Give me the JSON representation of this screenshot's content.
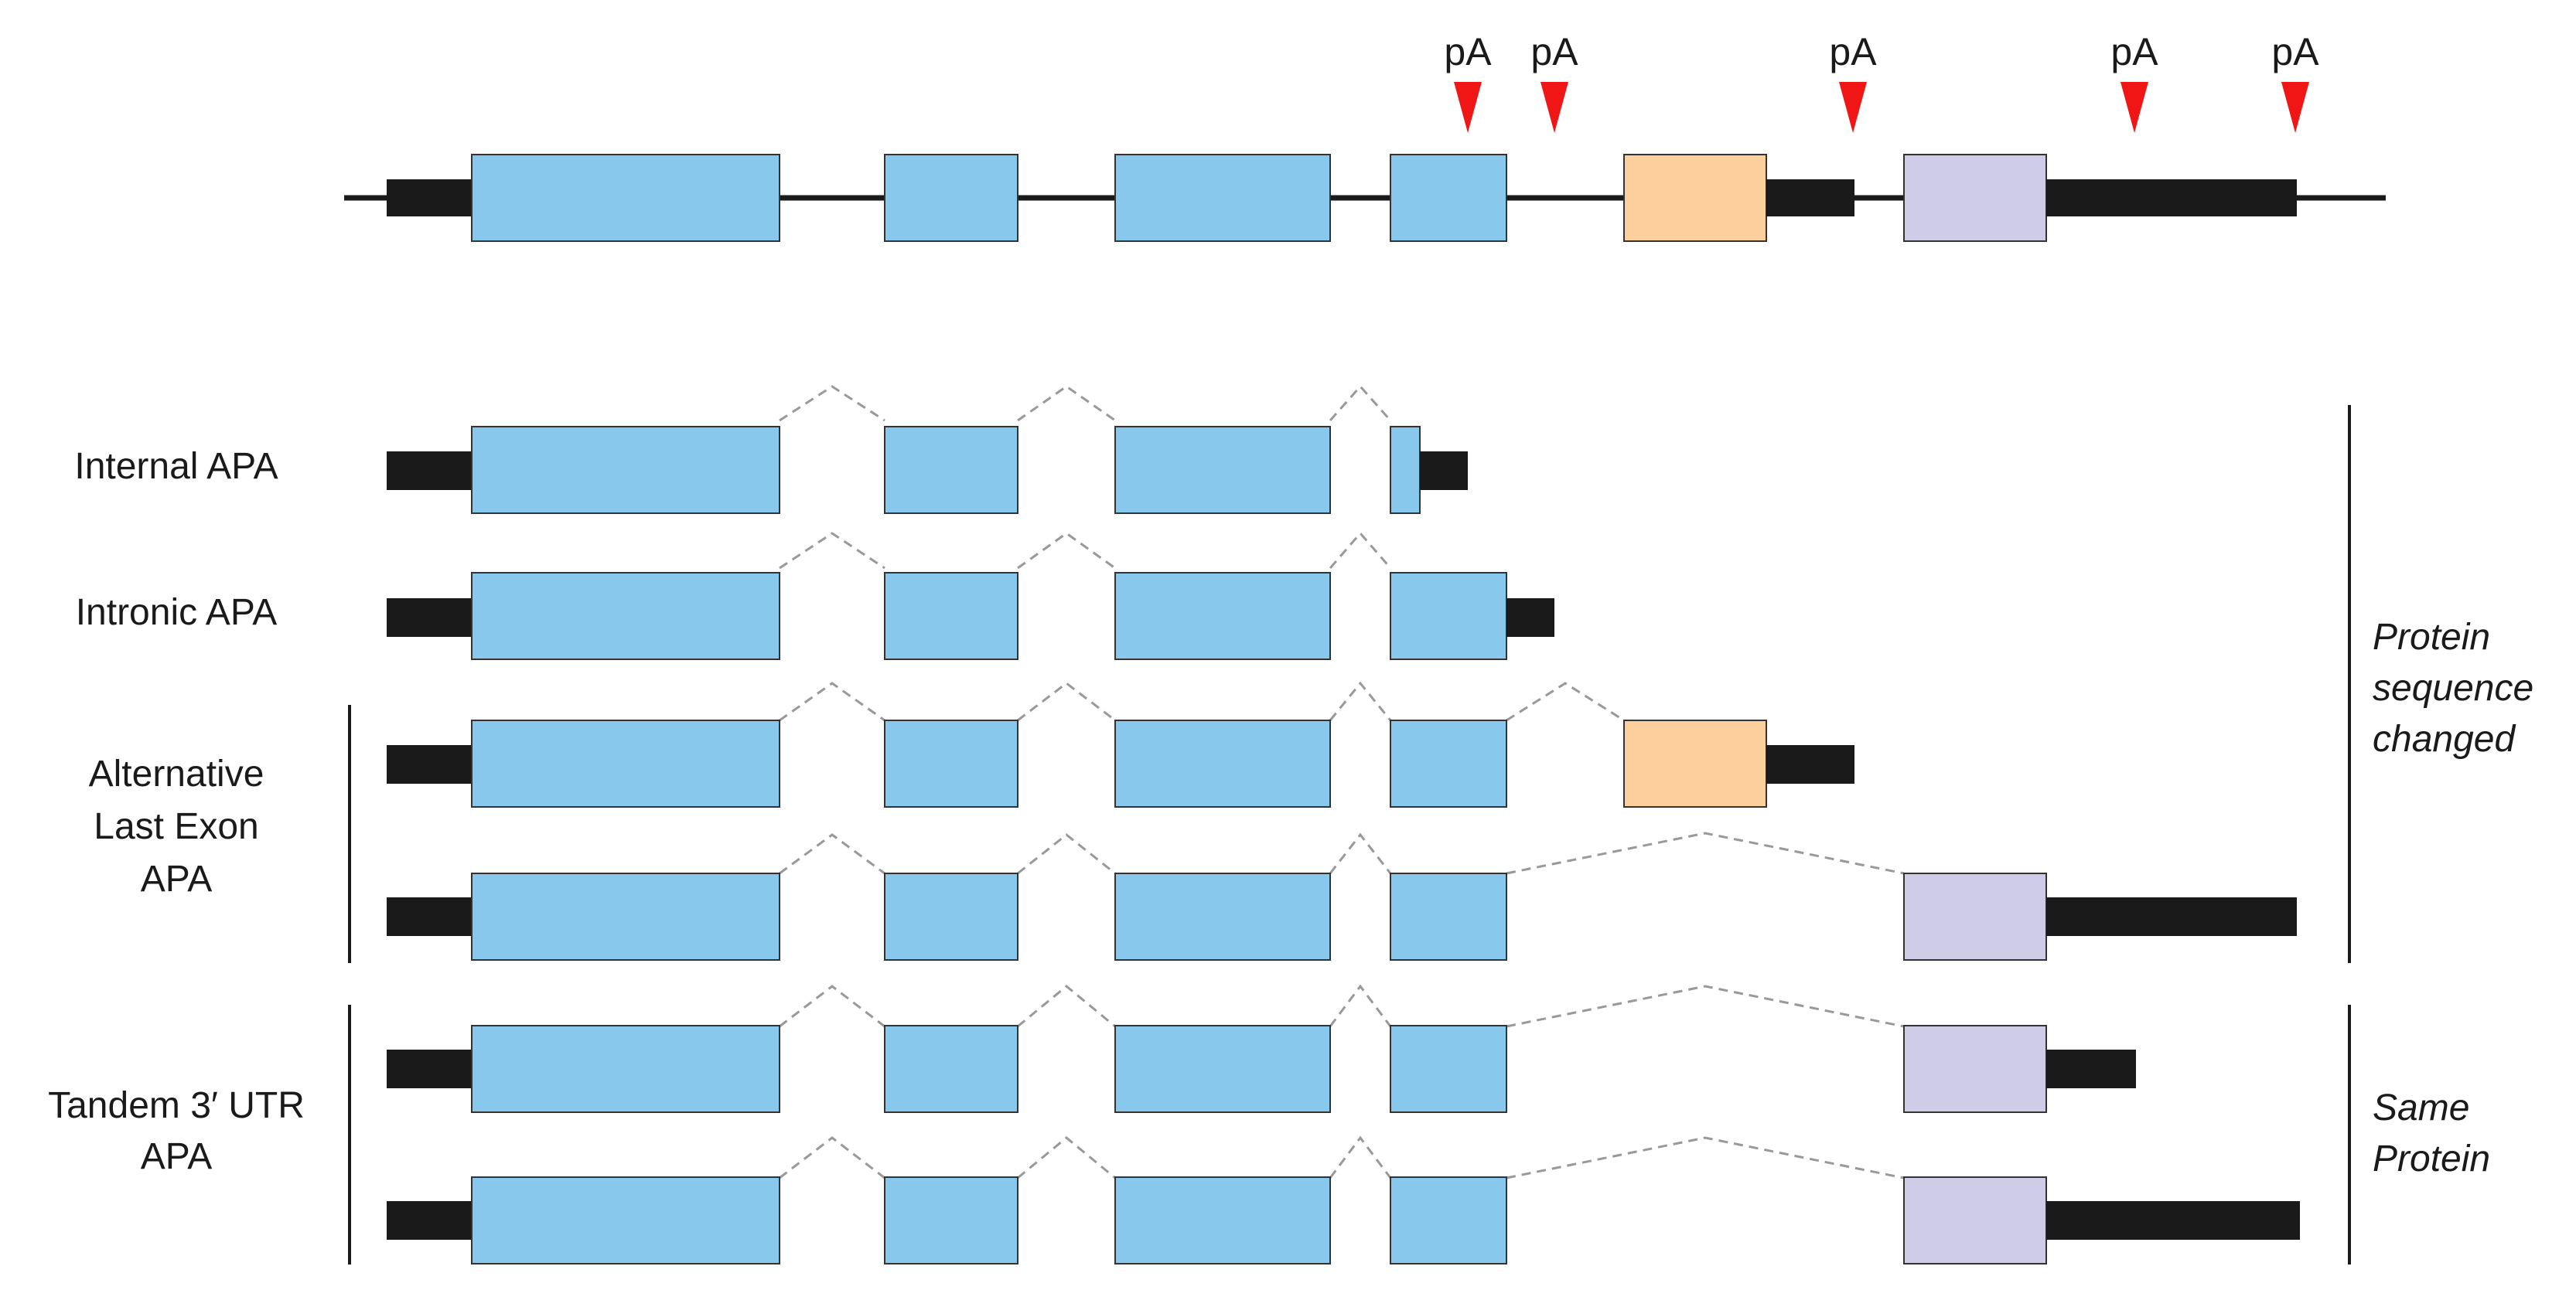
{
  "pa_label": "pA",
  "colors": {
    "constitutive_exon": "#88c8ec",
    "alternative_exon_1": "#fdcf9c",
    "alternative_exon_2": "#cfcce8",
    "utr": "#1a1a1a",
    "polyA_marker": "#f01616",
    "splice_line": "#999999"
  },
  "row_labels": {
    "internal": "Internal APA",
    "intronic": "Intronic APA",
    "ale_line1": "Alternative",
    "ale_line2": "Last Exon",
    "ale_line3": "APA",
    "tandem_line1": "Tandem 3′ UTR",
    "tandem_line2": "APA"
  },
  "outcome_labels": {
    "changed_line1": "Protein",
    "changed_line2": "sequence",
    "changed_line3": "changed",
    "same_line1": "Same",
    "same_line2": "Protein"
  },
  "rows": [
    {
      "id": "internal-apa",
      "polyA_site": 1,
      "terminal_exon": "constitutive"
    },
    {
      "id": "intronic-apa",
      "polyA_site": 2,
      "terminal_exon": "constitutive"
    },
    {
      "id": "ale-apa-1",
      "polyA_site": 3,
      "terminal_exon": "alternative_exon_1"
    },
    {
      "id": "ale-apa-2",
      "polyA_site": 5,
      "terminal_exon": "alternative_exon_2"
    },
    {
      "id": "tandem-apa-1",
      "polyA_site": 4,
      "terminal_exon": "alternative_exon_2"
    },
    {
      "id": "tandem-apa-2",
      "polyA_site": 5,
      "terminal_exon": "alternative_exon_2"
    }
  ]
}
